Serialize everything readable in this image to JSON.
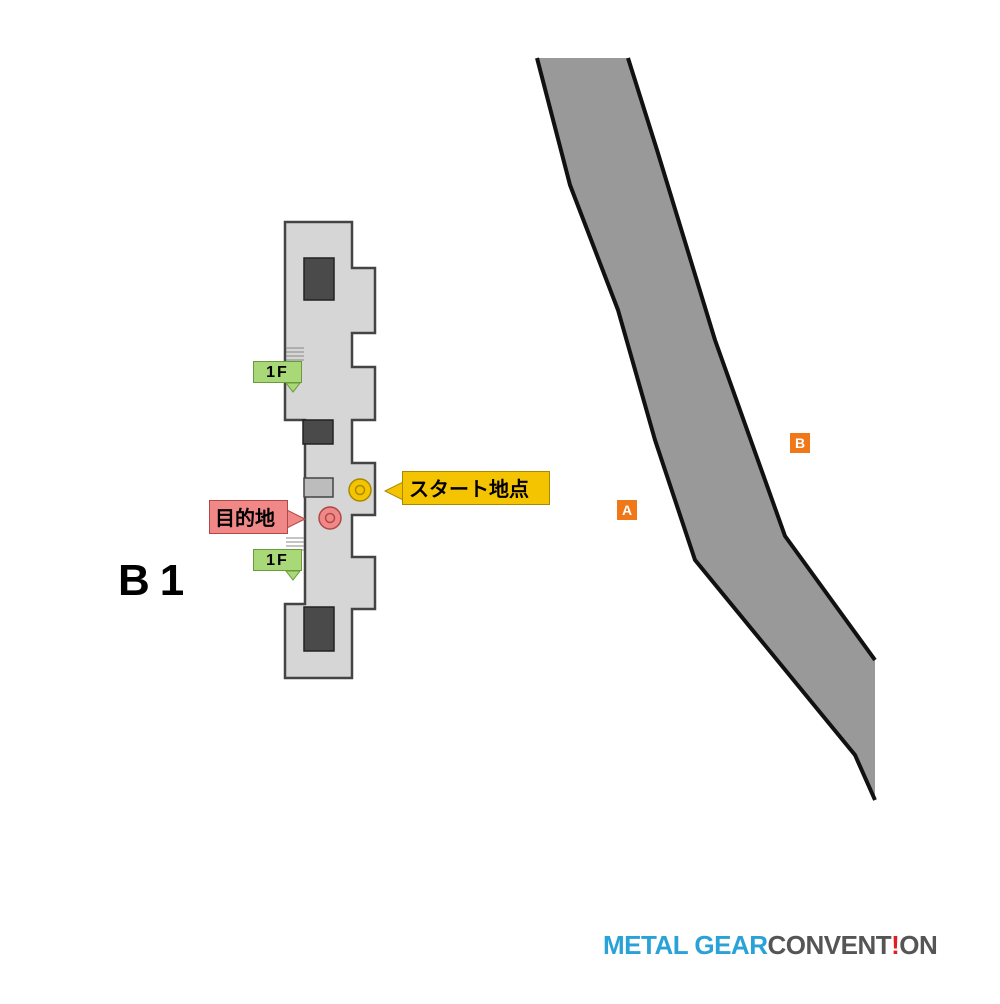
{
  "map": {
    "floor_label": "B1",
    "start_label": "スタート地点",
    "destination_label": "目的地",
    "stairs": [
      {
        "label": "1F"
      },
      {
        "label": "1F"
      }
    ],
    "zones": [
      {
        "label": "A",
        "color": "#f07818"
      },
      {
        "label": "B",
        "color": "#f07818"
      }
    ],
    "colors": {
      "floor": "#d6d6d6",
      "walls_dark": "#444444",
      "corridor": "#999999",
      "start": "#f5c400",
      "destination": "#f08888",
      "stairs": "#a8d878"
    }
  },
  "brand": {
    "part1": "METAL GEAR",
    "part2": "CONVENT",
    "bang": "!",
    "part3": "ON"
  }
}
